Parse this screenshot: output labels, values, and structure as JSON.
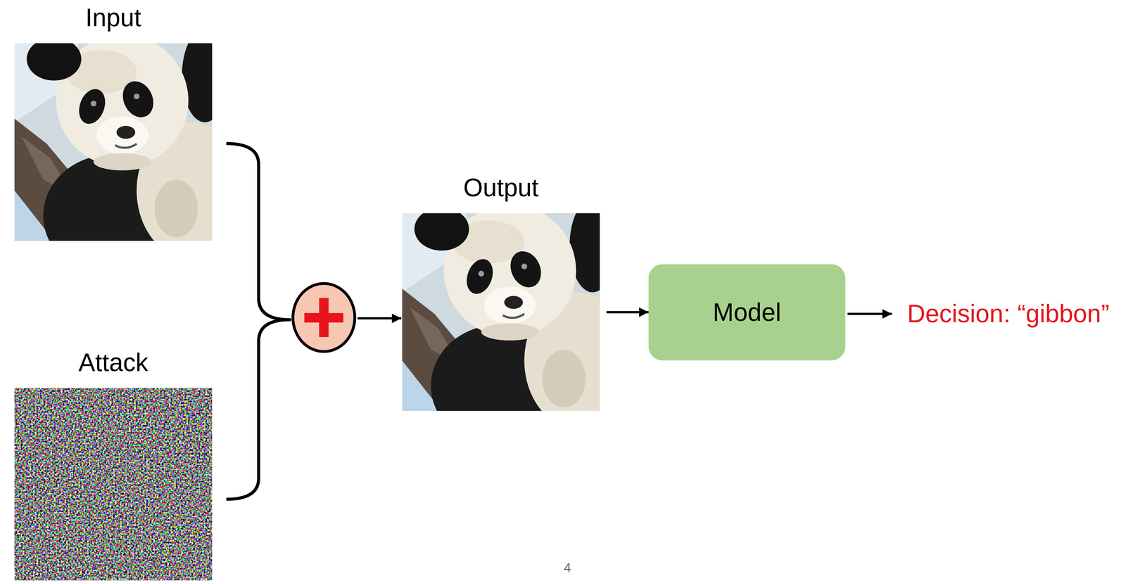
{
  "diagram": {
    "nodes": [
      {
        "text": [
          "Input"
        ]
      },
      {
        "text": [
          "Attack"
        ]
      },
      {
        "text": [
          "Output"
        ]
      },
      {
        "text": [
          "Model"
        ]
      }
    ],
    "edges": [
      {
        "from": 2,
        "to": 3,
        "arrow": "to"
      }
    ],
    "labels": [
      "Decision: “gibbon”",
      "4"
    ]
  }
}
